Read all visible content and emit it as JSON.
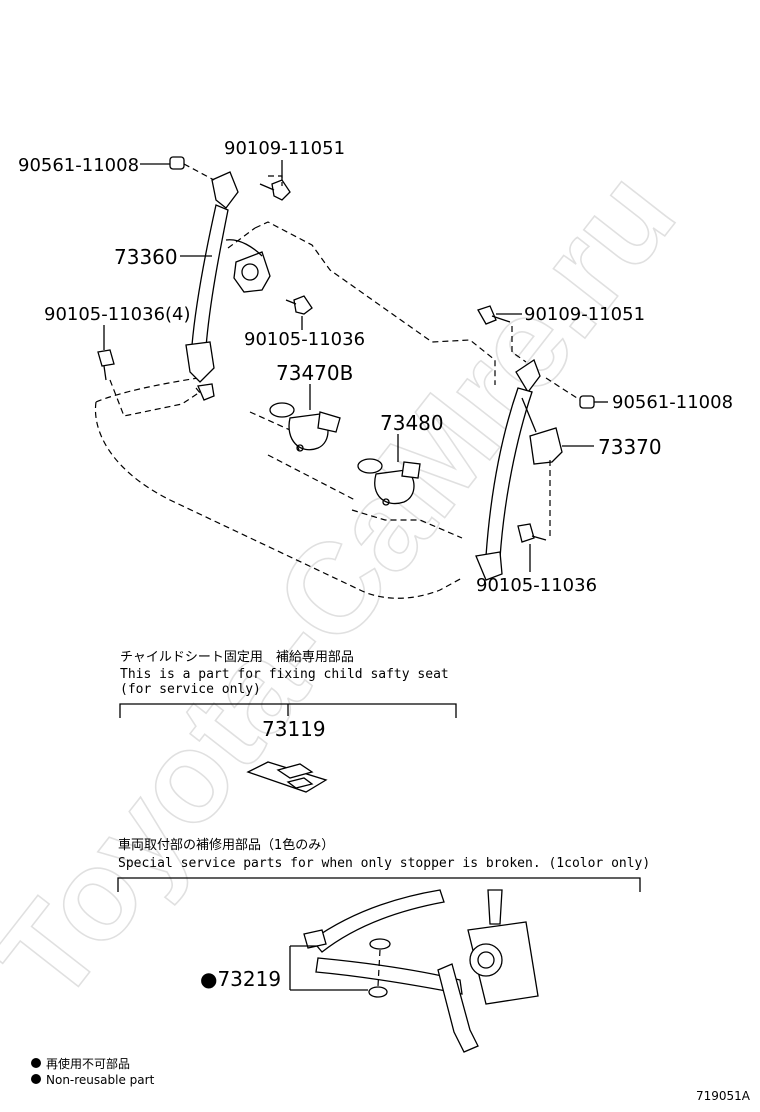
{
  "watermark": "Toyota-CaMre.ru",
  "parts": {
    "p90561_left": "90561-11008",
    "p90109_top": "90109-11051",
    "p73360": "73360",
    "p90105_4": "90105-11036(4)",
    "p90105_mid": "90105-11036",
    "p73470b": "73470B",
    "p73480": "73480",
    "p90109_right": "90109-11051",
    "p90561_right": "90561-11008",
    "p73370": "73370",
    "p90105_bottom": "90105-11036",
    "p73119": "73119",
    "p73219": "●73219"
  },
  "notes": {
    "child_seat_jp": "チャイルドシート固定用　補給専用部品",
    "child_seat_en1": "This is a part for fixing child safty seat",
    "child_seat_en2": "(for service only)",
    "stopper_jp": "車両取付部の補修用部品（1色のみ）",
    "stopper_en": "Special service parts for when only stopper is broken. (1color only)"
  },
  "legend": {
    "jp": "再使用不可部品",
    "en": "Non-reusable part"
  },
  "figure_id": "719051A"
}
